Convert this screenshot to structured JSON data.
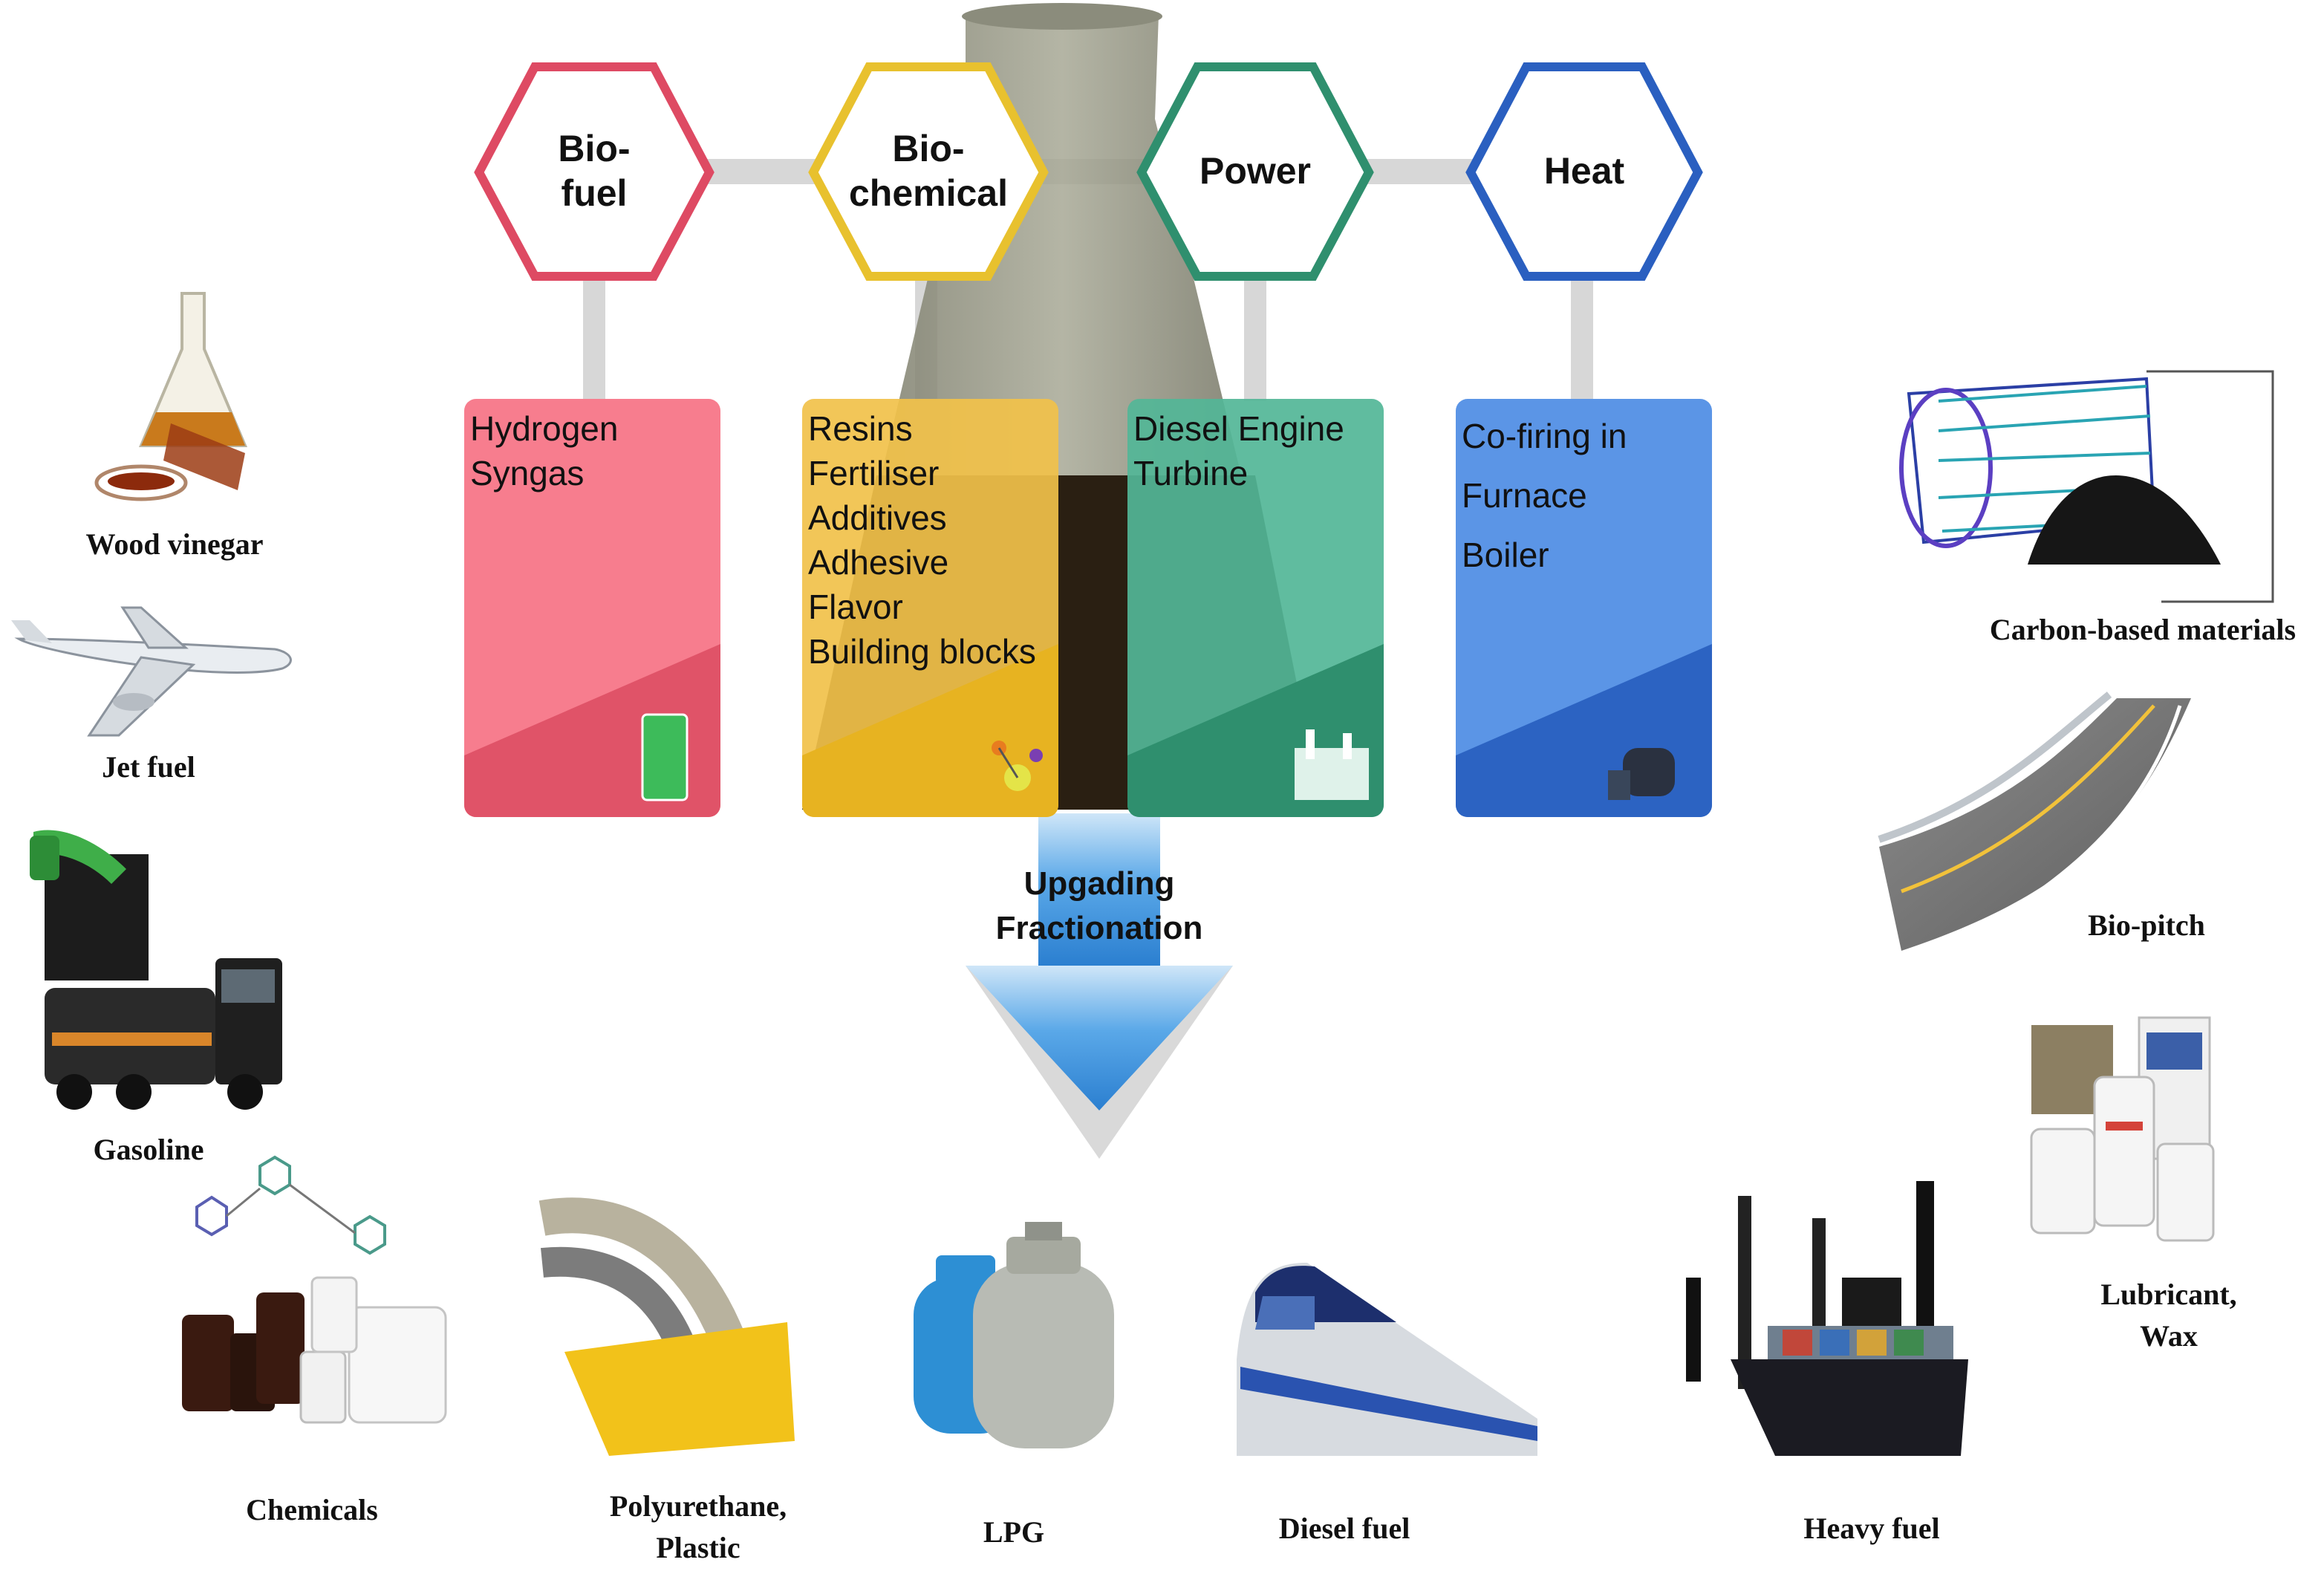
{
  "hexagons": [
    {
      "line1": "Bio-",
      "line2": "fuel",
      "color": "#de4a63"
    },
    {
      "line1": "Bio-",
      "line2": "chemical",
      "color": "#e8c12e"
    },
    {
      "line1": "Power",
      "line2": "",
      "color": "#2f8f6e"
    },
    {
      "line1": "Heat",
      "line2": "",
      "color": "#2a5fc0"
    }
  ],
  "cards": [
    {
      "items": [
        "Hydrogen",
        "Syngas"
      ],
      "color": "#f77d8e",
      "icon": "fuel-pump-icon"
    },
    {
      "items": [
        "Resins",
        "Fertiliser",
        "Additives",
        "Adhesive",
        "Flavor",
        "Building blocks"
      ],
      "color": "#f1c14a",
      "icon": "molecule-icon"
    },
    {
      "items": [
        "Diesel Engine",
        "Turbine"
      ],
      "color": "#52b697",
      "icon": "power-plant-icon"
    },
    {
      "items": [
        "Co-firing in",
        "Furnace",
        "Boiler"
      ],
      "color": "#5b95e6",
      "icon": "boiler-icon"
    }
  ],
  "flow": {
    "line1": "Upgading",
    "line2": "Fractionation",
    "arrow_color": "#3d8fd6"
  },
  "left_products": [
    "Wood vinegar",
    "Jet fuel",
    "Gasoline",
    "Chemicals"
  ],
  "bottom_products": {
    "polyurethane": [
      "Polyurethane,",
      "Plastic"
    ],
    "lpg": "LPG",
    "diesel": "Diesel fuel",
    "heavy": "Heavy fuel"
  },
  "right_products": {
    "carbon": "Carbon-based materials",
    "pitch": "Bio-pitch",
    "lubricant": [
      "Lubricant,",
      "Wax"
    ]
  }
}
